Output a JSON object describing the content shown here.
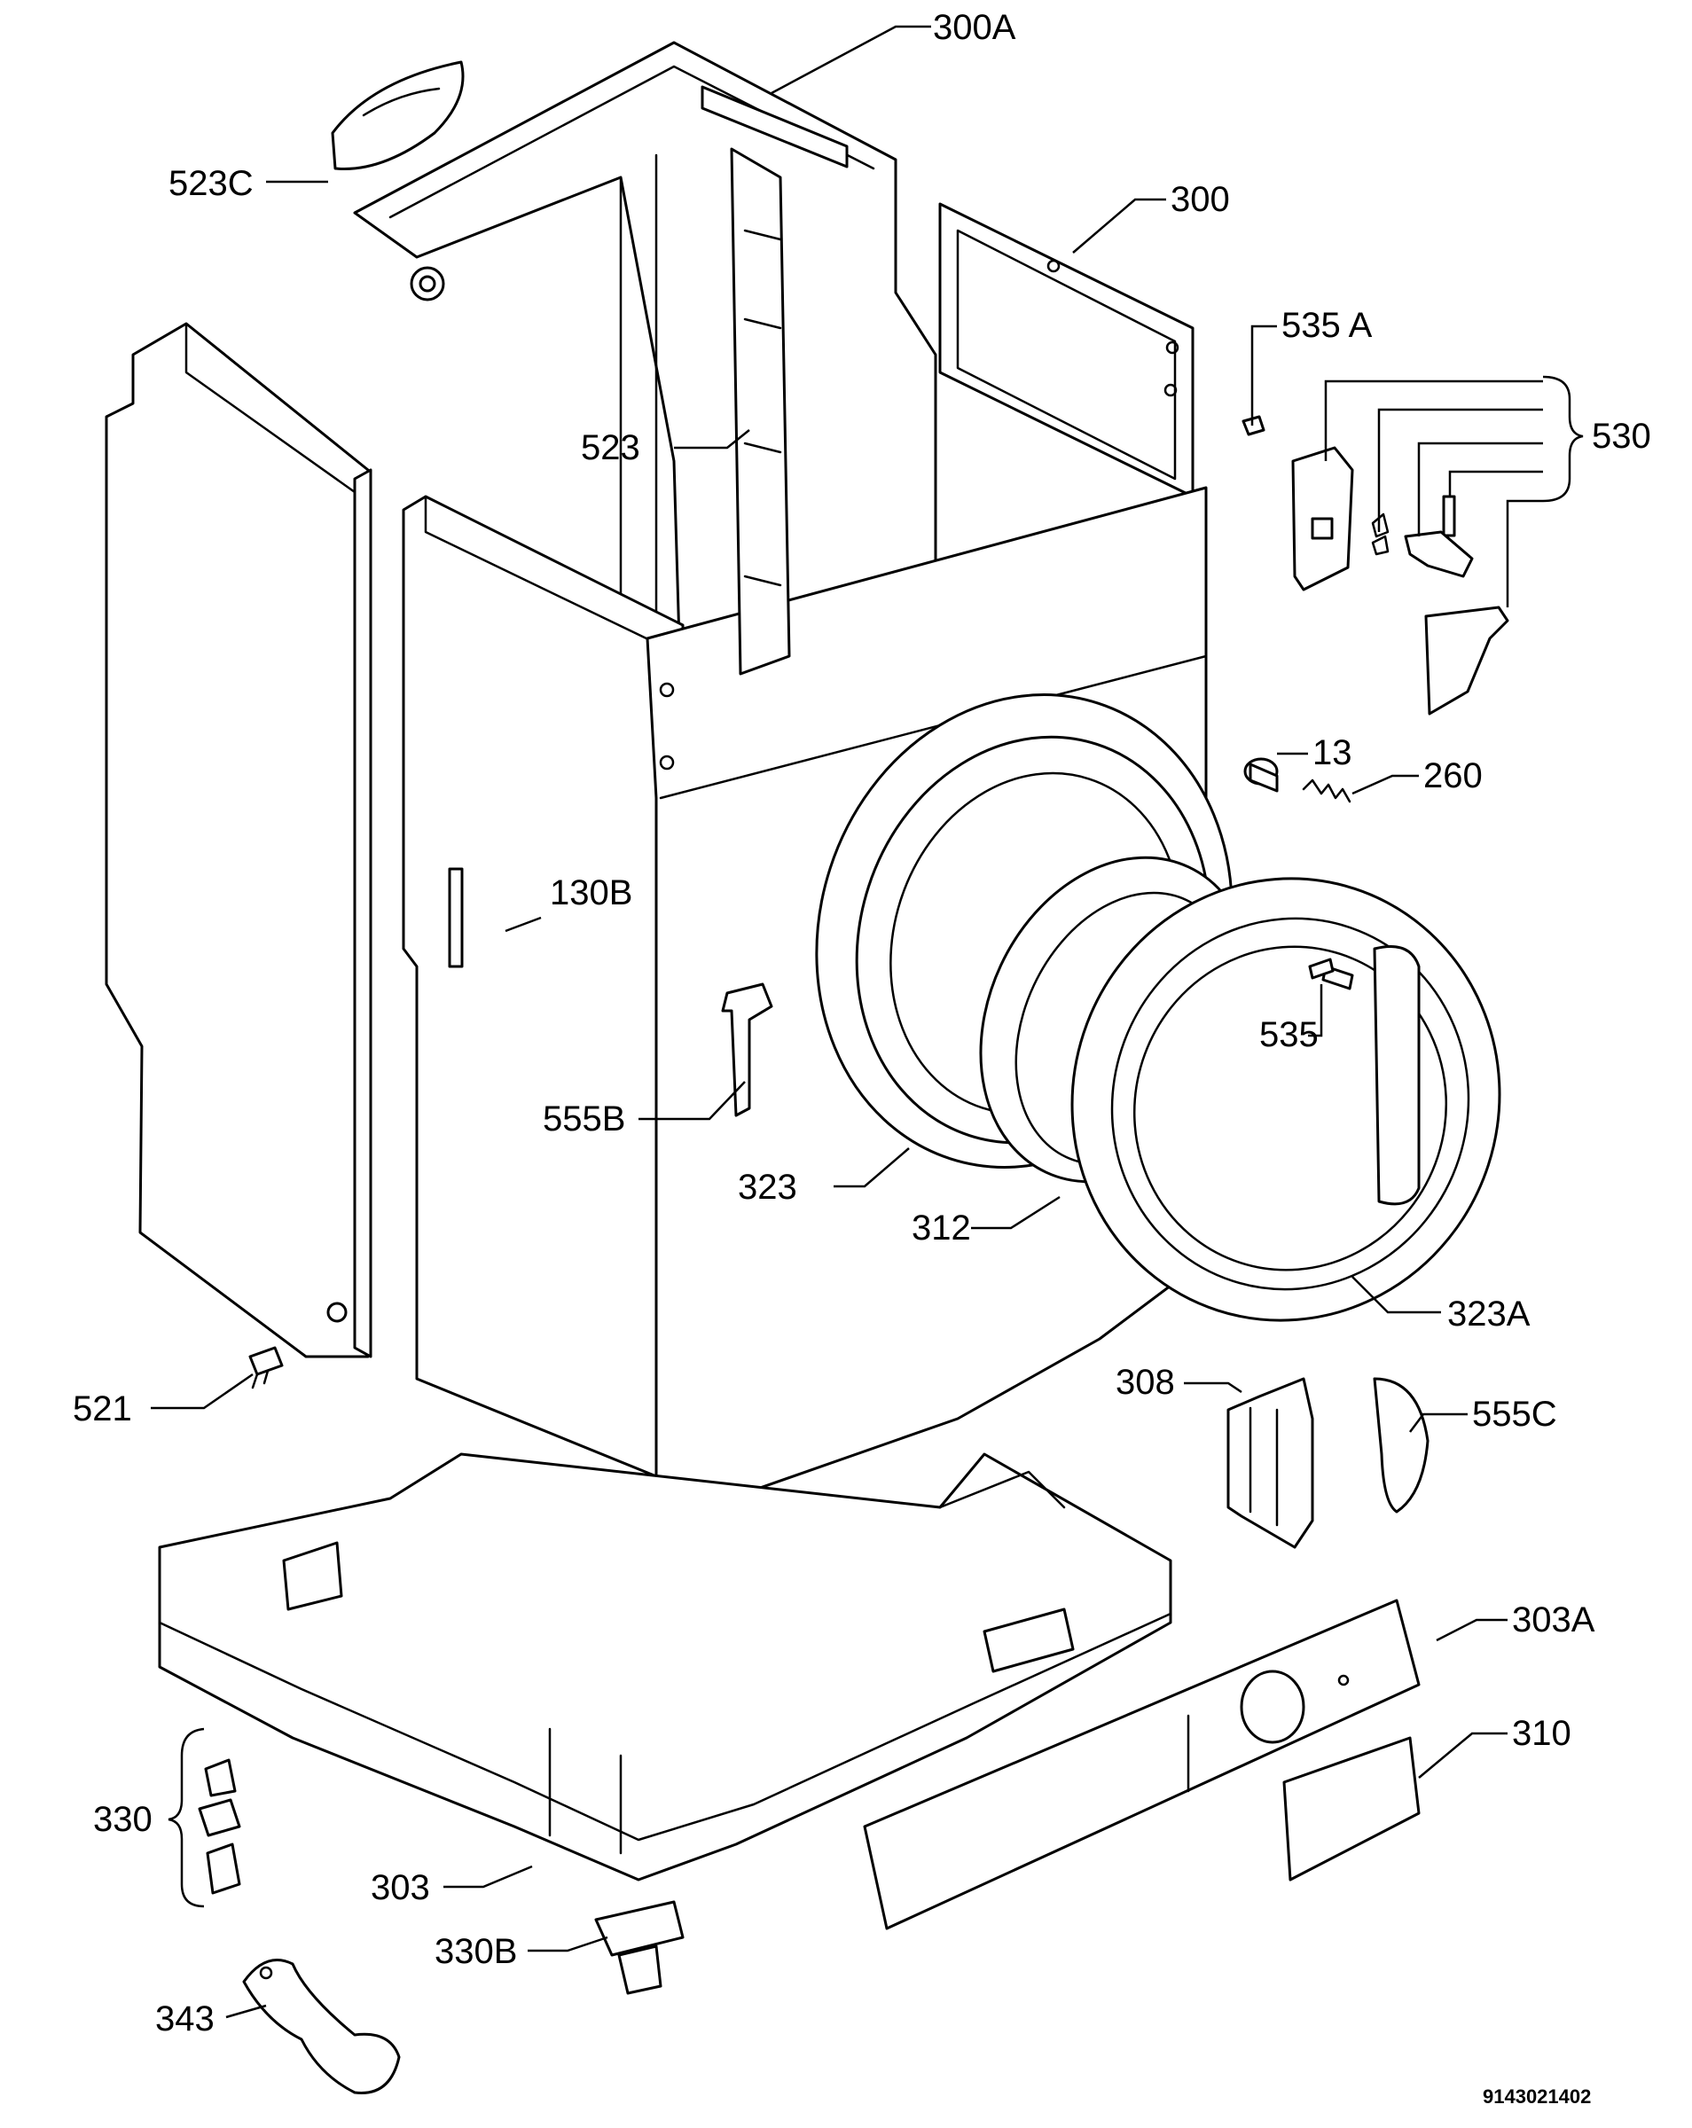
{
  "diagram": {
    "labels": {
      "l300A": "300A",
      "l523C": "523C",
      "l300": "300",
      "l535A": "535 A",
      "l530": "530",
      "l523": "523",
      "l13": "13",
      "l260": "260",
      "l130B": "130B",
      "l535": "535",
      "l555B": "555B",
      "l323": "323",
      "l312": "312",
      "l323A": "323A",
      "l521": "521",
      "l308": "308",
      "l555C": "555C",
      "l303A": "303A",
      "l310": "310",
      "l330": "330",
      "l303": "303",
      "l330B": "330B",
      "l343": "343"
    },
    "drawing_number": "9143021402"
  }
}
